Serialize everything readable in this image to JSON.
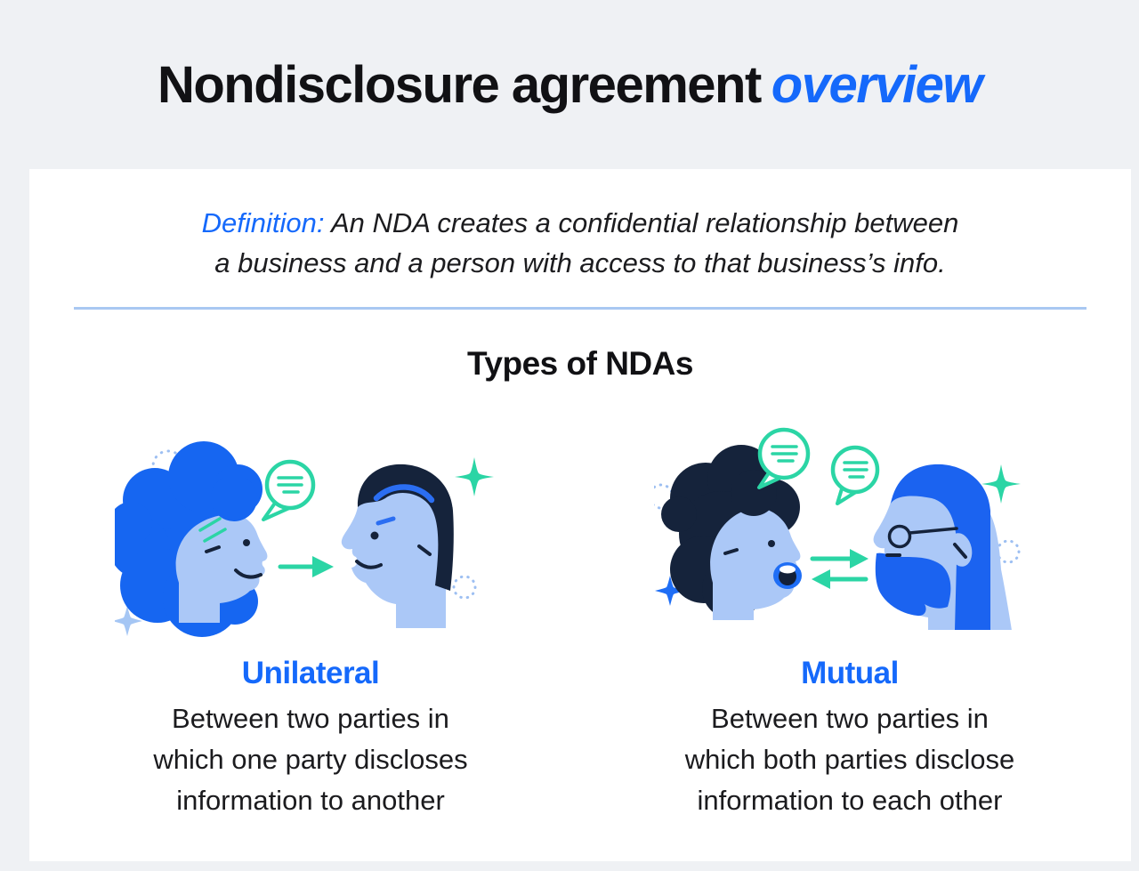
{
  "page": {
    "background_color": "#EFF1F4",
    "card_color": "#FFFFFF"
  },
  "title": {
    "main": "Nondisclosure agreement",
    "accent": "overview"
  },
  "definition": {
    "label": "Definition:",
    "line1": "An NDA creates a confidential relationship between",
    "line2": "a business and a person with access to that business’s info."
  },
  "section_heading": "Types of NDAs",
  "types": [
    {
      "name": "Unilateral",
      "description": "Between two parties in which one party discloses information to another",
      "description_lines": [
        "Between two parties in",
        "which one party discloses",
        "information to another"
      ],
      "illustration": "one-person-disclosing-to-another"
    },
    {
      "name": "Mutual",
      "description": "Between two parties in which both parties disclose information to each other",
      "description_lines": [
        "Between two parties in",
        "which both parties disclose",
        "information to each other"
      ],
      "illustration": "two-people-mutually-disclosing"
    }
  ],
  "colors": {
    "accent_blue": "#1569FB",
    "illustration_bright_blue": "#1666F1",
    "skin_light_blue": "#ABC8F7",
    "hair_dark_navy": "#15233B",
    "teal_green": "#2BD5A5",
    "dotted_circle_blue": "#9DBFF2",
    "sparkle_light_blue": "#A5C6F4",
    "divider_blue": "#A9C8F2",
    "text_dark": "#1B1B1E"
  }
}
